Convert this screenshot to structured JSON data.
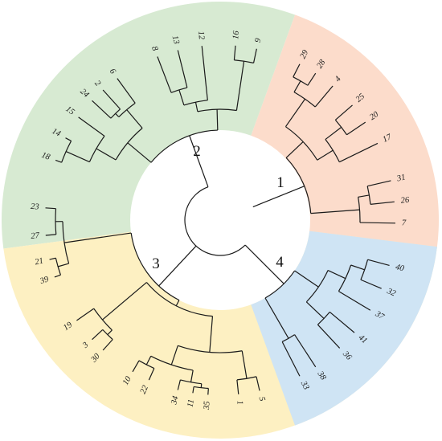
{
  "groups": [
    {
      "id": "1",
      "label": "1",
      "color": "#fcdccb"
    },
    {
      "id": "2",
      "label": "2",
      "color": "#d7ead2"
    },
    {
      "id": "3",
      "label": "3",
      "color": "#fdf0c2"
    },
    {
      "id": "4",
      "label": "4",
      "color": "#cfe4f4"
    }
  ],
  "leaves": [
    "29",
    "28",
    "4",
    "25",
    "20",
    "17",
    "31",
    "26",
    "7",
    "40",
    "32",
    "37",
    "41",
    "36",
    "38",
    "33",
    "5",
    "1",
    "35",
    "11",
    "34",
    "22",
    "10",
    "30",
    "3",
    "19",
    "39",
    "21",
    "27",
    "23",
    "18",
    "14",
    "15",
    "24",
    "2",
    "6",
    "8",
    "13",
    "12",
    "16",
    "9"
  ],
  "line_color": "#1a1a1a"
}
